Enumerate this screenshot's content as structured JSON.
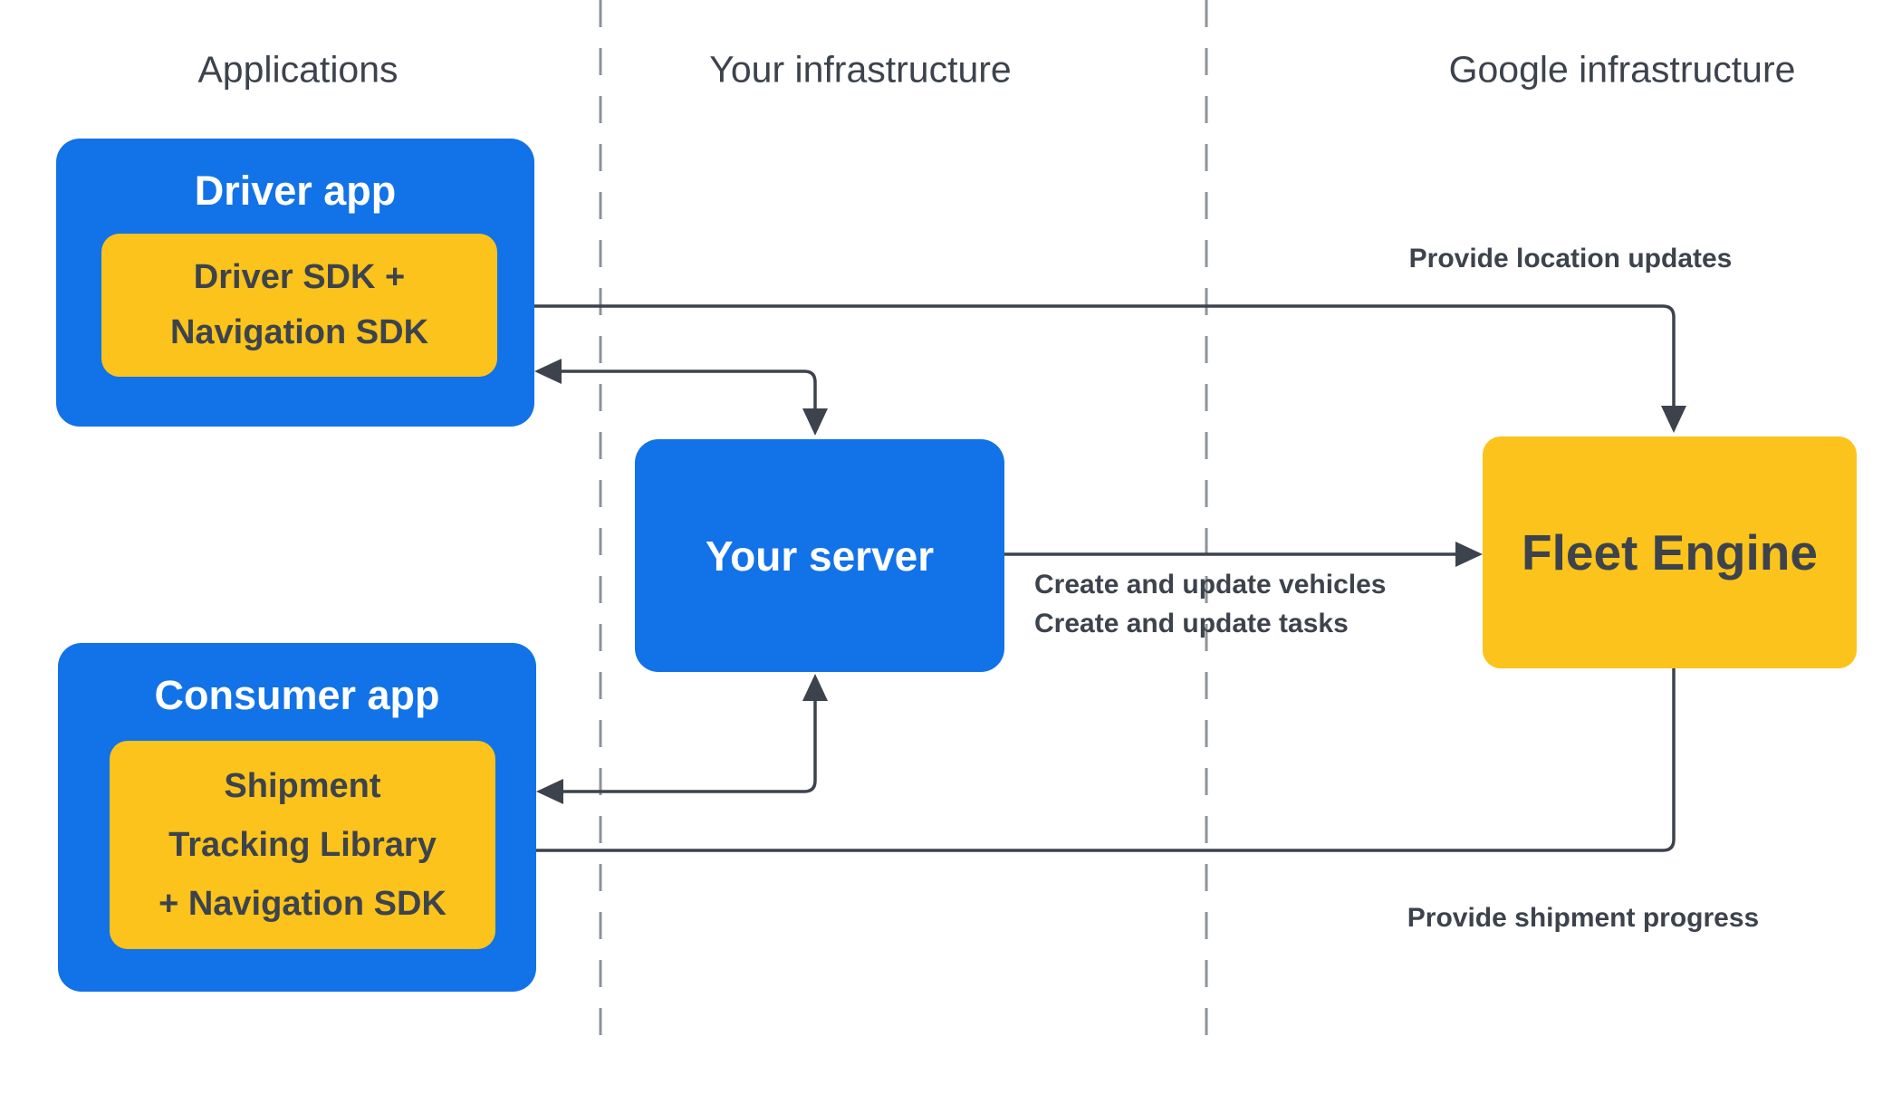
{
  "colors": {
    "blue": "#1272e8",
    "yellow": "#fbc31b",
    "ink": "#3d434c",
    "line": "#8d939a",
    "white": "#ffffff"
  },
  "columns": {
    "applications": "Applications",
    "your_infrastructure": "Your infrastructure",
    "google_infrastructure": "Google infrastructure"
  },
  "nodes": {
    "driver_app": "Driver app",
    "driver_sdk": "Driver SDK +\nNavigation SDK",
    "your_server": "Your server",
    "fleet_engine": "Fleet Engine",
    "consumer_app": "Consumer app",
    "shipment_lib": "Shipment\nTracking Library\n+ Navigation SDK"
  },
  "edge_labels": {
    "provide_location_updates": "Provide location updates",
    "create_update": "Create and update vehicles\nCreate and update tasks",
    "provide_shipment_progress": "Provide shipment progress"
  }
}
